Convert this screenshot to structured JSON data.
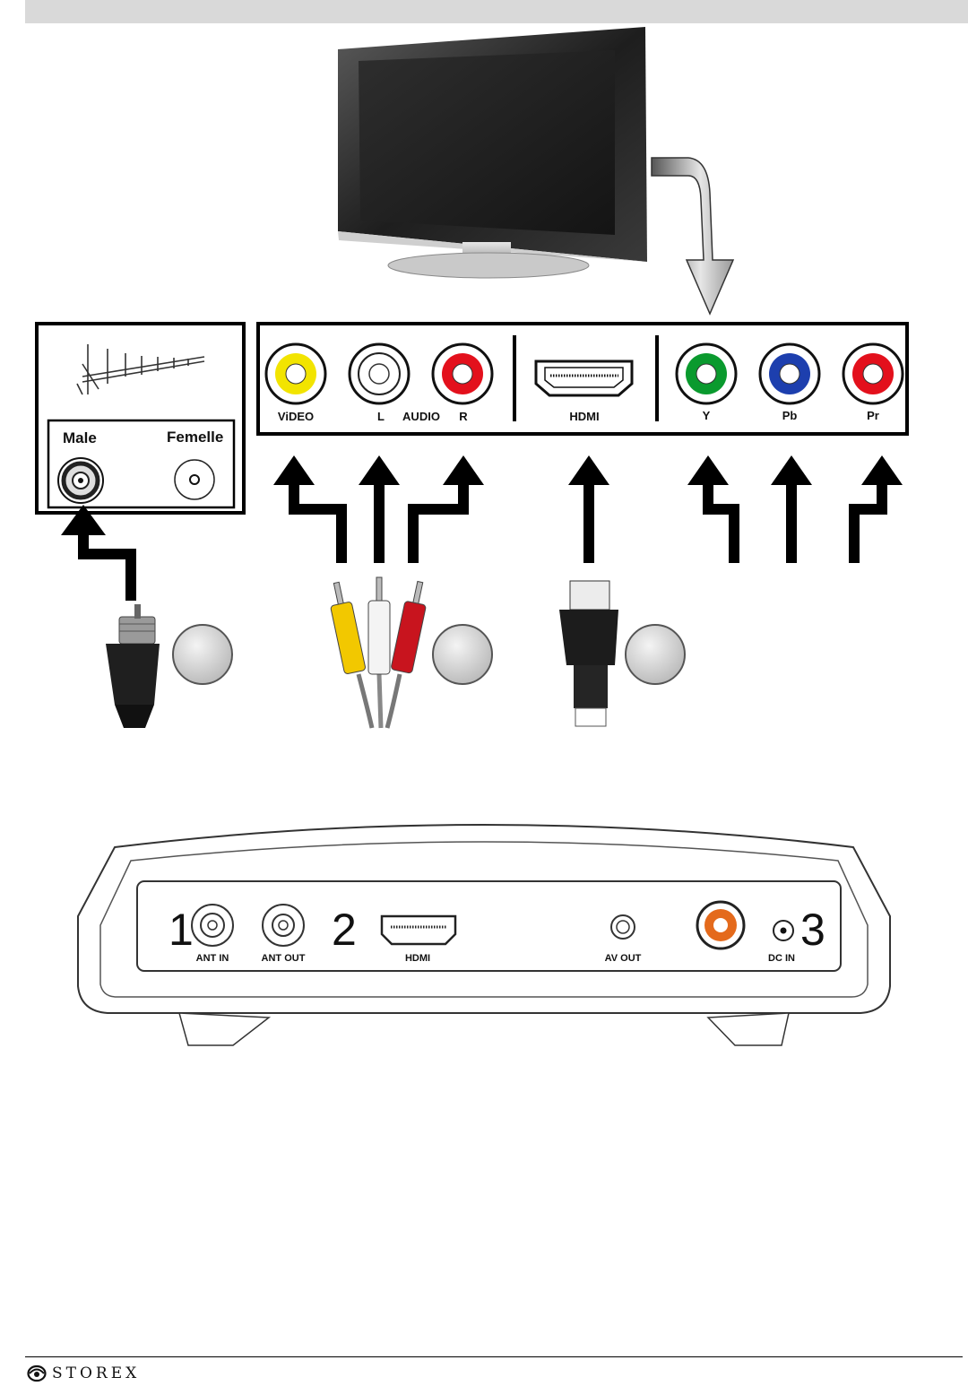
{
  "antenna_panel": {
    "male_label": "Male",
    "female_label": "Femelle"
  },
  "tv_panel": {
    "labels": {
      "video": "ViDEO",
      "left": "L",
      "audio": "AUDIO",
      "right": "R",
      "hdmi": "HDMI",
      "y": "Y",
      "pb": "Pb",
      "pr": "Pr"
    }
  },
  "device_panel": {
    "numbers": {
      "one": "1",
      "two": "2",
      "three": "3"
    },
    "labels": {
      "ant_in": "ANT IN",
      "ant_out": "ANT OUT",
      "hdmi": "HDMI",
      "av_out": "AV OUT",
      "dc_in": "DC IN"
    }
  },
  "footer": {
    "brand": "STOREX",
    "brand_icon": "storex-logo-icon"
  },
  "colors": {
    "yellow": "#f2e400",
    "white": "#ffffff",
    "red": "#e3101c",
    "green": "#0a9a2e",
    "blue": "#1d3fae",
    "orange": "#e46a1c"
  }
}
